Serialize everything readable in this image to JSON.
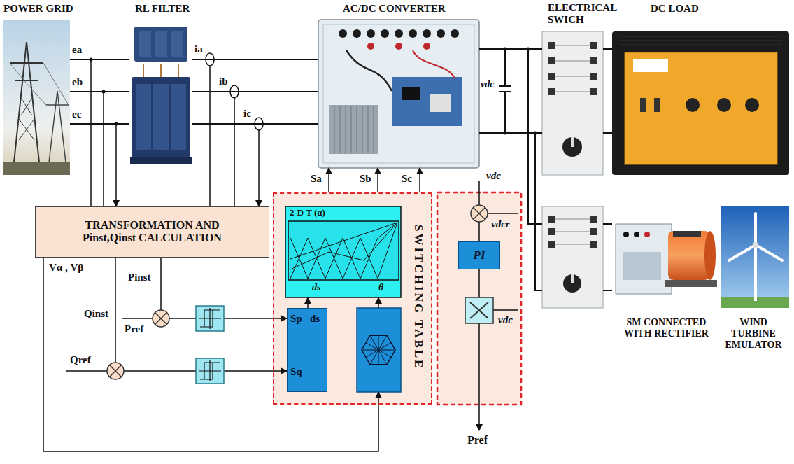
{
  "diagram": {
    "nodes": [
      {
        "text": [
          "POWER GRID"
        ]
      },
      {
        "text": [
          "RL FILTER"
        ]
      },
      {
        "text": [
          "AC/DC CONVERTER"
        ]
      },
      {
        "text": [
          "ELECTRICAL SWICH"
        ]
      },
      {
        "text": [
          "DC LOAD"
        ]
      },
      {
        "text": [
          "TRANSFORMATION AND Pinst,Qinst CALCULATION"
        ]
      },
      {
        "text": [
          "SWITCHING TABLE"
        ]
      },
      {
        "text": [
          "2-D T (α)",
          "ds",
          "θ"
        ],
        "in": 6
      },
      {
        "text": [
          "Sp",
          "ds",
          "Sq"
        ],
        "in": 6
      },
      {
        "text": [
          "PI"
        ]
      },
      {
        "text": [
          "SM CONNECTED WITH RECTIFIER"
        ]
      },
      {
        "text": [
          "WIND TURBINE EMULATOR"
        ]
      }
    ],
    "edges": [
      {
        "from": 0,
        "to": 1,
        "arrow": "none",
        "label": "ea"
      },
      {
        "from": 0,
        "to": 1,
        "arrow": "none",
        "label": "eb"
      },
      {
        "from": 0,
        "to": 1,
        "arrow": "none",
        "label": "ec"
      },
      {
        "from": 1,
        "to": 2,
        "arrow": "none",
        "label": "ia"
      },
      {
        "from": 1,
        "to": 2,
        "arrow": "none",
        "label": "ib"
      },
      {
        "from": 1,
        "to": 2,
        "arrow": "none",
        "label": "ic"
      },
      {
        "from": 2,
        "to": 3,
        "arrow": "none"
      },
      {
        "from": 2,
        "to": 3,
        "arrow": "none"
      },
      {
        "from": 3,
        "to": 4,
        "arrow": "none"
      },
      {
        "from": 3,
        "to": 4,
        "arrow": "none"
      },
      {
        "from": 6,
        "to": 2,
        "arrow": "to",
        "label": "Sa"
      },
      {
        "from": 6,
        "to": 2,
        "arrow": "to",
        "label": "Sb"
      },
      {
        "from": 6,
        "to": 2,
        "arrow": "to",
        "label": "Sc"
      },
      {
        "from": 8,
        "to": 7,
        "arrow": "to"
      }
    ],
    "labels": [
      "vdc",
      "Vα , Vβ",
      "Pinst",
      "Pref",
      "Qinst",
      "Qref",
      "vdc",
      "vdcr",
      "vdc",
      "Pref"
    ]
  }
}
